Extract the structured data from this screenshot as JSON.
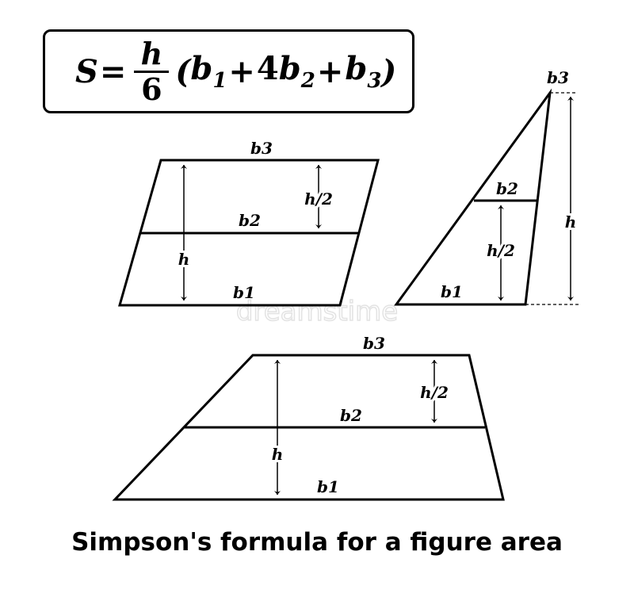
{
  "formula": {
    "lhs": "S",
    "equals": "=",
    "numerator": "h",
    "denominator": "6",
    "open_paren": "(",
    "b": "b",
    "sub1": "1",
    "plus": "+",
    "four": "4",
    "sub2": "2",
    "sub3": "3",
    "close_paren": ")"
  },
  "labels": {
    "b1": "b1",
    "b2": "b2",
    "b3": "b3",
    "h": "h",
    "h_half": "h/2"
  },
  "caption": "Simpson's formula for a figure area",
  "watermark": "dreamstime"
}
